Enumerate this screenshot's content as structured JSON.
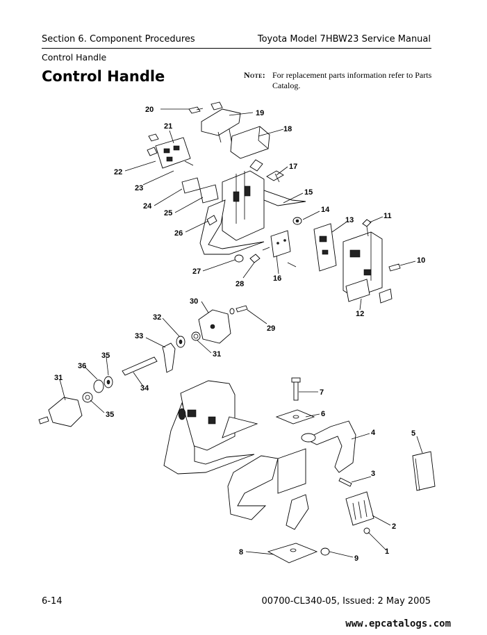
{
  "header": {
    "section": "Section 6.   Component Procedures",
    "manual": "Toyota Model 7HBW23 Service Manual",
    "subsection": "Control Handle"
  },
  "page_title": "Control Handle",
  "note": {
    "label": "Note:",
    "text": "For replacement parts information refer to Parts Catalog."
  },
  "callouts": [
    "1",
    "2",
    "3",
    "4",
    "5",
    "6",
    "7",
    "8",
    "9",
    "10",
    "11",
    "12",
    "13",
    "14",
    "15",
    "16",
    "17",
    "18",
    "19",
    "20",
    "21",
    "22",
    "23",
    "24",
    "25",
    "26",
    "27",
    "28",
    "29",
    "30",
    "31",
    "31",
    "32",
    "33",
    "34",
    "35",
    "35",
    "36"
  ],
  "footer": {
    "page": "6-14",
    "doc": "00700-CL340-05, Issued: 2 May 2005"
  },
  "watermark": "www.epcatalogs.com"
}
